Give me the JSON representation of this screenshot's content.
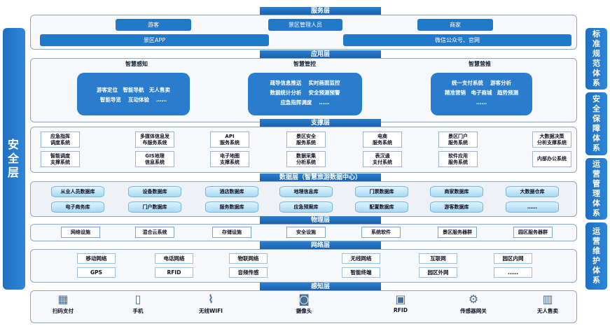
{
  "left": {
    "title": "安全层"
  },
  "right": [
    "标准规范体系",
    "安全保障体系",
    "运营管理体系",
    "运营维护体系"
  ],
  "service": {
    "label": "服务层",
    "row1": [
      "游客",
      "景区管理人员",
      "商家"
    ],
    "row2": [
      "景区APP",
      "微信公众号、官网"
    ]
  },
  "app": {
    "label": "应用层",
    "groups": [
      {
        "title": "智慧感知",
        "lines": [
          "游客定位　智能导航　无人售卖",
          "智能导览　 互动体验　 ……"
        ]
      },
      {
        "title": "智慧管控",
        "lines": [
          "疏导信息推送　 实时画面监控",
          "数据统计分析　 安全预测预警",
          "应急指挥调度　 ……"
        ]
      },
      {
        "title": "智慧营推",
        "lines": [
          "统一支付系统　 游客分析",
          "精准营销　电子商城　趋势预测",
          "……"
        ]
      }
    ]
  },
  "support": {
    "label": "支撑层",
    "items": [
      "应急指挥\n调度系统",
      "多媒体信息发\n布服务系统",
      "API\n服务系统",
      "景区安全\n服务系统",
      "电商\n服务系统",
      "景区门户\n服务系统",
      "大数据决策\n分析支撑系统",
      "智能调度\n支撑系统",
      "GIS地理\n信息系统",
      "电子地图\n支撑系统",
      "数据采集\n分析系统",
      "表汉通\n支付系统",
      "软件应用\n服务系统",
      "内部办公系统"
    ]
  },
  "data": {
    "label": "数据层（智慧旅游数据中心）",
    "items": [
      "从业人员数据库",
      "设备数据库",
      "酒店数据库",
      "地理信息库",
      "门票数据库",
      "商家数据库",
      "大数据仓库",
      "电子商务库",
      "门户数据库",
      "服务数据库",
      "应急预案库",
      "配置数据库",
      "游客数据库",
      "……"
    ]
  },
  "physical": {
    "label": "物理层",
    "items": [
      "网络设施",
      "混合云系统",
      "存储设施",
      "安全设施",
      "系统软件",
      "景区服务器群",
      "园区服务器群"
    ]
  },
  "network": {
    "label": "网络层",
    "items": [
      "移动网络",
      "电话网络",
      "物联网络",
      "无线网络",
      "互联网",
      "园区内网",
      "GPS",
      "RFID",
      "音频传感",
      "智能终端",
      "园区外网",
      "……"
    ]
  },
  "sensing": {
    "label": "感知层",
    "devices": [
      {
        "label": "扫码支付",
        "icon": "qr-payment-icon"
      },
      {
        "label": "手机",
        "icon": "phone-icon"
      },
      {
        "label": "无线WIFI",
        "icon": "wifi-router-icon"
      },
      {
        "label": "摄像头",
        "icon": "camera-icon"
      },
      {
        "label": "RFID",
        "icon": "rfid-icon"
      },
      {
        "label": "传感器网关",
        "icon": "sensor-gateway-icon"
      },
      {
        "label": "无人售卖",
        "icon": "vending-icon"
      }
    ]
  }
}
